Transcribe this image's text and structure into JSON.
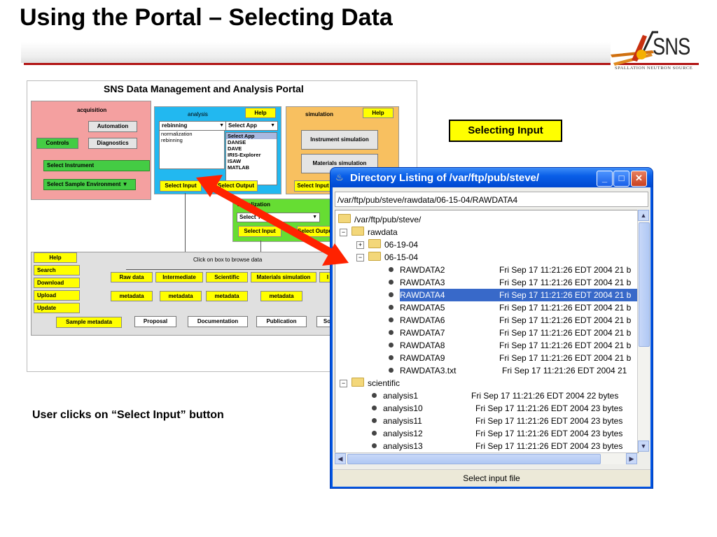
{
  "slide": {
    "title": "Using the Portal – Selecting Data",
    "logo_text": "SNS",
    "logo_subtitle": "SPALLATION NEUTRON SOURCE",
    "caption": "User clicks on “Select Input” button",
    "callout": "Selecting Input",
    "accent_color": "#b01010"
  },
  "portal": {
    "title": "SNS Data Management and Analysis Portal",
    "acquisition": {
      "label": "acquisition",
      "automation": "Automation",
      "controls": "Controls",
      "diagnostics": "Diagnostics",
      "select_instrument": "Select Instrument",
      "select_sample_env": "Select Sample Environment"
    },
    "analysis": {
      "label": "analysis",
      "help": "Help",
      "combo_value": "rebinning",
      "list": [
        "normalization",
        "rebinning"
      ],
      "app_combo": "Select App",
      "apps": [
        "Select App",
        "DANSE",
        "DAVE",
        "IRIS-Explorer",
        "ISAW",
        "MATLAB"
      ],
      "select_input": "Select Input",
      "select_output": "Select Output"
    },
    "simulation": {
      "label": "simulation",
      "help": "Help",
      "instrument_sim": "Instrument simulation",
      "materials_sim": "Materials simulation",
      "select_input": "Select Input"
    },
    "visualization": {
      "label": "visualization",
      "tool_combo": "Select Tool",
      "select_input": "Select Input",
      "select_output": "Select Output"
    },
    "data": {
      "help": "Help",
      "side_buttons": [
        "Search",
        "Download",
        "Upload",
        "Update"
      ],
      "browse_hint": "Click on box to browse data",
      "categories": [
        "Raw data",
        "Intermediate",
        "Scientific",
        "Materials simulation",
        "I"
      ],
      "metadata": [
        "metadata",
        "metadata",
        "metadata",
        "metadata"
      ],
      "bottom": [
        "Sample metadata",
        "Proposal",
        "Documentation",
        "Publication",
        "So"
      ]
    }
  },
  "dialog": {
    "title": "Directory Listing of /var/ftp/pub/steve/",
    "path": "/var/ftp/pub/steve/rawdata/06-15-04/RAWDATA4",
    "root": "/var/ftp/pub/steve/",
    "folders": {
      "rawdata": "rawdata",
      "f1": "06-19-04",
      "f2": "06-15-04",
      "scientific": "scientific"
    },
    "raw_files": [
      {
        "name": "RAWDATA2",
        "date": "Fri Sep 17 11:21:26 EDT 2004  21 b"
      },
      {
        "name": "RAWDATA3",
        "date": "Fri Sep 17 11:21:26 EDT 2004  21 b"
      },
      {
        "name": "RAWDATA4",
        "date": "Fri Sep 17 11:21:26 EDT 2004  21 b"
      },
      {
        "name": "RAWDATA5",
        "date": "Fri Sep 17 11:21:26 EDT 2004  21 b"
      },
      {
        "name": "RAWDATA6",
        "date": "Fri Sep 17 11:21:26 EDT 2004  21 b"
      },
      {
        "name": "RAWDATA7",
        "date": "Fri Sep 17 11:21:26 EDT 2004  21 b"
      },
      {
        "name": "RAWDATA8",
        "date": "Fri Sep 17 11:21:26 EDT 2004  21 b"
      },
      {
        "name": "RAWDATA9",
        "date": "Fri Sep 17 11:21:26 EDT 2004  21 b"
      },
      {
        "name": "RAWDATA3.txt",
        "date": "Fri Sep 17 11:21:26 EDT 2004  21"
      }
    ],
    "sci_files": [
      {
        "name": "analysis1",
        "date": "Fri Sep 17 11:21:26 EDT 2004  22 bytes"
      },
      {
        "name": "analysis10",
        "date": "Fri Sep 17 11:21:26 EDT 2004  23 bytes"
      },
      {
        "name": "analysis11",
        "date": "Fri Sep 17 11:21:26 EDT 2004  23 bytes"
      },
      {
        "name": "analysis12",
        "date": "Fri Sep 17 11:21:26 EDT 2004  23 bytes"
      },
      {
        "name": "analysis13",
        "date": "Fri Sep 17 11:21:26 EDT 2004  23 bytes"
      }
    ],
    "footer": "Select input file",
    "selected_file": "RAWDATA4"
  }
}
